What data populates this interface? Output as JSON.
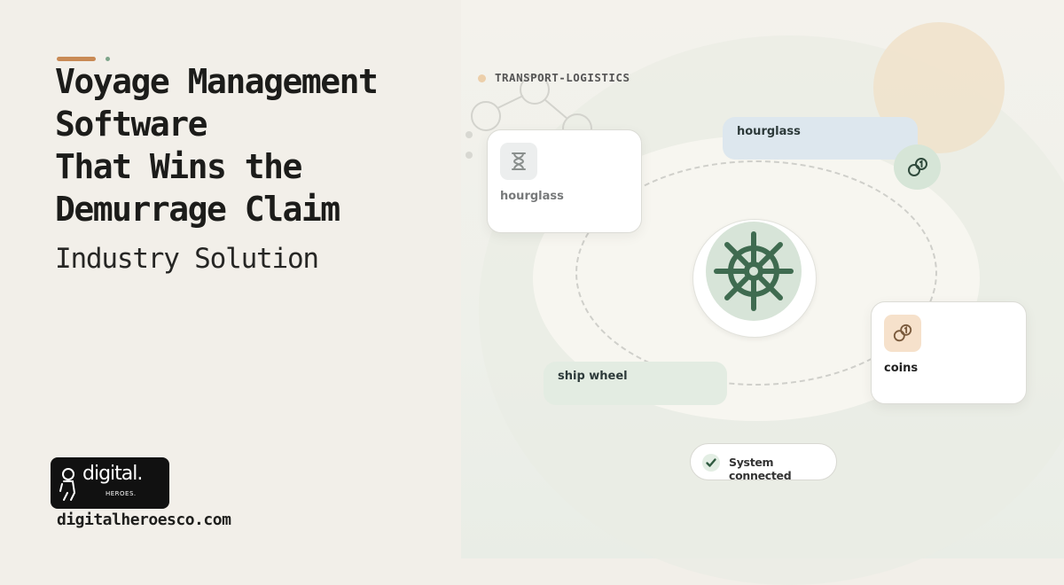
{
  "headline": {
    "lines": [
      "Voyage Management",
      "Software",
      "That Wins the",
      "Demurrage Claim"
    ],
    "subtitle": "Industry Solution"
  },
  "brand": {
    "logo_text": "digital.",
    "logo_subtext": "HEROES.",
    "website": "digitalheroesco.com"
  },
  "illustration": {
    "category_tag": "TRANSPORT-LOGISTICS",
    "center_icon": "ship-wheel-icon",
    "cards": [
      {
        "label": "hourglass",
        "icon": "hourglass-icon"
      },
      {
        "label": "coins",
        "icon": "coins-icon"
      }
    ],
    "pills": [
      {
        "label": "hourglass"
      },
      {
        "label": "ship wheel"
      }
    ],
    "badge_icon": "coins-icon",
    "status": {
      "label": "System connected",
      "icon": "check-icon"
    }
  },
  "colors": {
    "accent": "#c98a55",
    "green": "#3f6b50",
    "background": "#f2efe9"
  }
}
